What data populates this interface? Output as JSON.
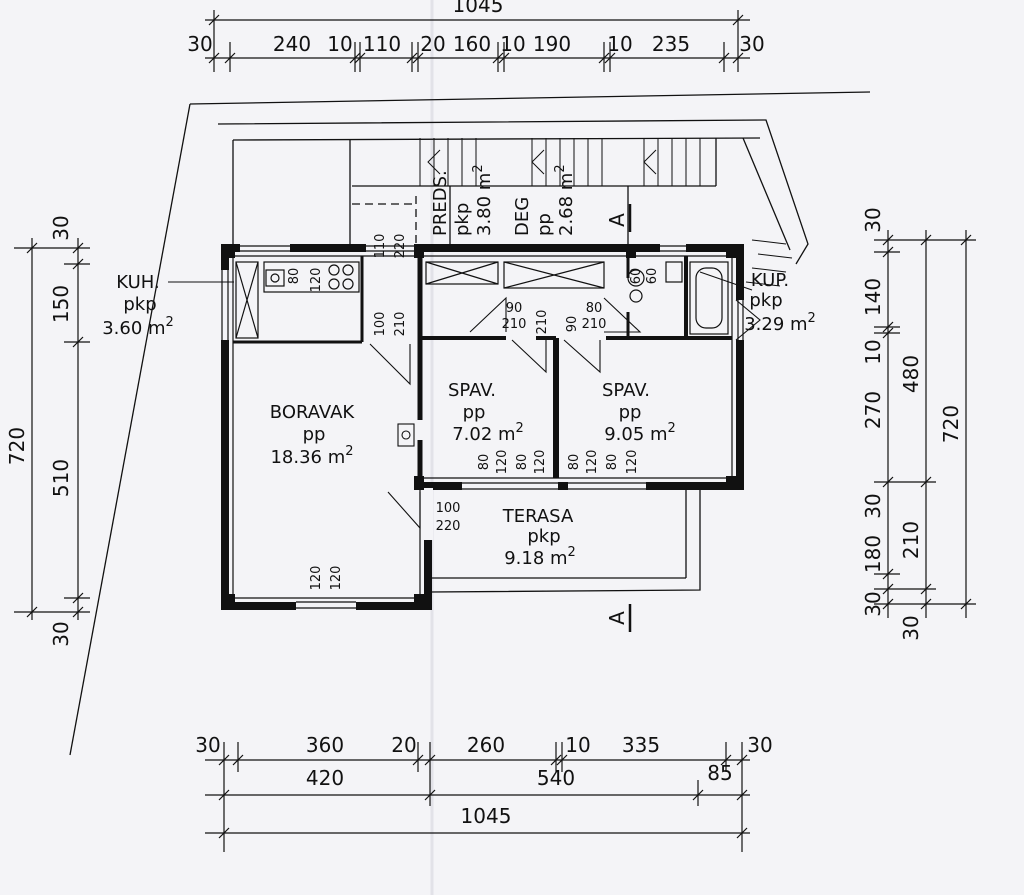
{
  "top_dims": {
    "total": "1045",
    "segments": [
      "30",
      "240",
      "10",
      "110",
      "20",
      "160",
      "10",
      "190",
      "10",
      "235",
      "30"
    ]
  },
  "bottom_dims": {
    "row1": [
      "30",
      "360",
      "20",
      "260",
      "10",
      "335",
      "30"
    ],
    "row2": [
      "420",
      "540",
      "85"
    ],
    "total": "1045"
  },
  "left_dims": {
    "total": "720",
    "segments": [
      "30",
      "150",
      "510",
      "30"
    ]
  },
  "right_dims": {
    "outer": "720",
    "mid": [
      "480",
      "210",
      "30"
    ],
    "inner": [
      "30",
      "140",
      "10",
      "270",
      "30",
      "180",
      "30"
    ]
  },
  "rooms": {
    "kuh": {
      "name": "KUH.",
      "type": "pkp",
      "area": "3.60 m",
      "sup": "2"
    },
    "boravak": {
      "name": "BORAVAK",
      "type": "pp",
      "area": "18.36 m",
      "sup": "2"
    },
    "preds": {
      "name": "PREDS.",
      "type": "pkp",
      "area": "3.80 m",
      "sup": "2"
    },
    "deg": {
      "name": "DEG",
      "type": "pp",
      "area": "2.68 m",
      "sup": "2"
    },
    "kup": {
      "name": "KUP.",
      "type": "pkp",
      "area": "3.29 m",
      "sup": "2"
    },
    "spav1": {
      "name": "SPAV.",
      "type": "pp",
      "area": "7.02 m",
      "sup": "2"
    },
    "spav2": {
      "name": "SPAV.",
      "type": "pp",
      "area": "9.05 m",
      "sup": "2"
    },
    "terasa": {
      "name": "TERASA",
      "type": "pkp",
      "area": "9.18 m",
      "sup": "2"
    }
  },
  "section_marker": "A",
  "openings": {
    "k1": "80",
    "k2": "120",
    "d_top": "110",
    "d_bot": "220",
    "d2_top": "100",
    "d2_bot": "210",
    "s1a": "90",
    "s1b": "210",
    "s2a": "80",
    "s2b": "210",
    "s3a": "90",
    "s3b": "210",
    "bath1": "60",
    "bath2": "60",
    "w1": "80",
    "w2": "120",
    "w3": "80",
    "w4": "120",
    "w5": "80",
    "w6": "120",
    "w7": "80",
    "w8": "120",
    "ter_top": "100",
    "ter_bot": "220",
    "bw1": "120",
    "bw2": "120"
  }
}
